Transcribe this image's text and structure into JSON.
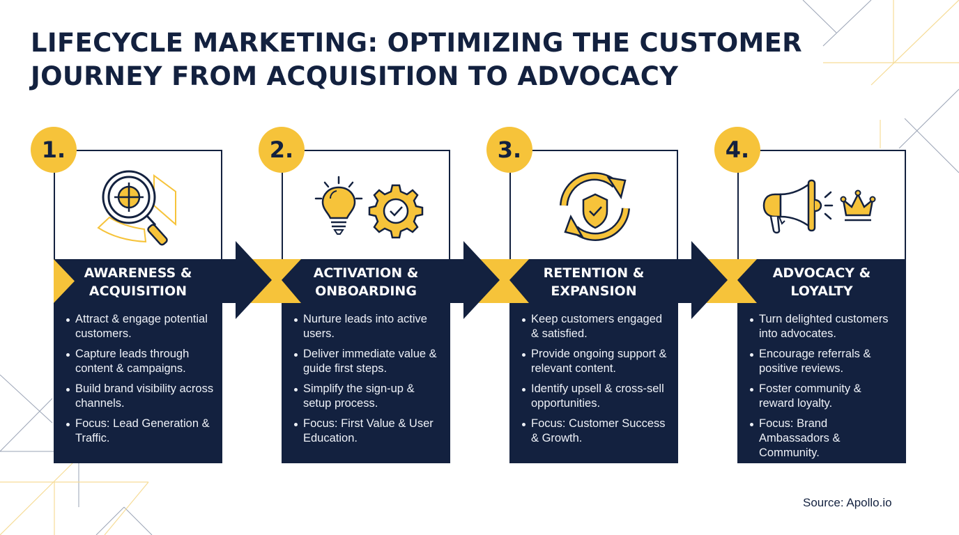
{
  "title": {
    "line1": "LIFECYCLE MARKETING: OPTIMIZING THE CUSTOMER",
    "line2": "JOURNEY FROM ACQUISITION TO ADVOCACY"
  },
  "colors": {
    "navy": "#13213f",
    "yellow": "#f6c33a",
    "white": "#ffffff"
  },
  "stages": [
    {
      "number": "1.",
      "title_line1": "AWARENESS &",
      "title_line2": "ACQUISITION",
      "icon": "magnifier-target-icon",
      "bullets": [
        "Attract & engage potential customers.",
        "Capture leads through content & campaigns.",
        "Build brand visibility across channels.",
        "Focus: Lead Generation & Traffic."
      ]
    },
    {
      "number": "2.",
      "title_line1": "ACTIVATION &",
      "title_line2": "ONBOARDING",
      "icon": "lightbulb-gear-check-icon",
      "bullets": [
        "Nurture leads into active users.",
        "Deliver immediate value & guide first steps.",
        "Simplify the sign-up & setup process.",
        "Focus: First Value & User Education."
      ]
    },
    {
      "number": "3.",
      "title_line1": "RETENTION &",
      "title_line2": "EXPANSION",
      "icon": "cycle-shield-check-icon",
      "bullets": [
        "Keep customers engaged & satisfied.",
        "Provide ongoing support & relevant content.",
        "Identify upsell & cross-sell opportunities.",
        "Focus: Customer Success & Growth."
      ]
    },
    {
      "number": "4.",
      "title_line1": "ADVOCACY &",
      "title_line2": "LOYALTY",
      "icon": "megaphone-crown-icon",
      "bullets": [
        "Turn delighted customers into advocates.",
        "Encourage referrals & positive reviews.",
        "Foster community & reward loyalty.",
        "Focus: Brand Ambassadors & Community."
      ]
    }
  ],
  "source": "Source: Apollo.io"
}
